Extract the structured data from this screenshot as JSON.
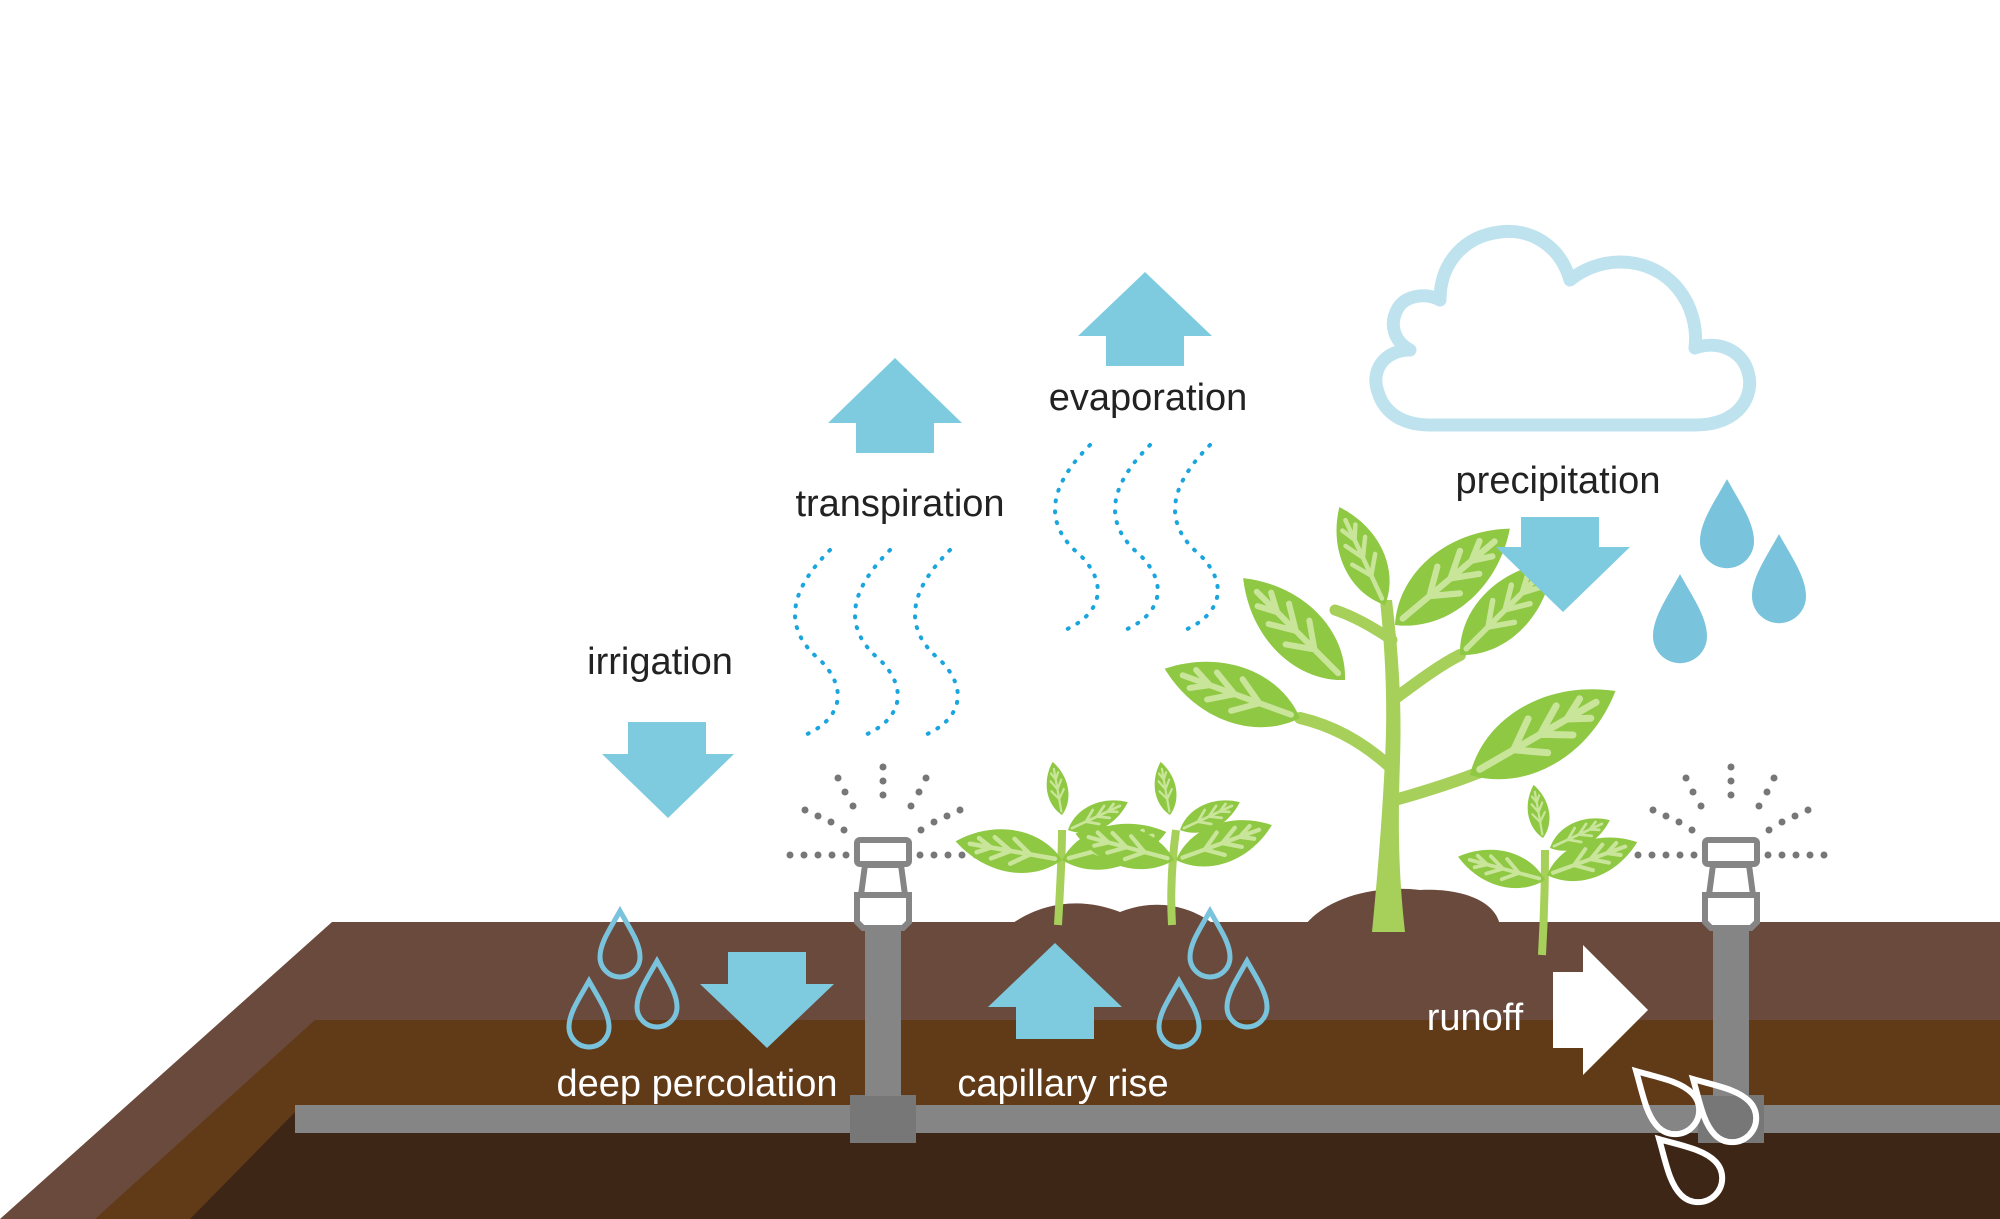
{
  "labels": {
    "irrigation": "irrigation",
    "transpiration": "transpiration",
    "evaporation": "evaporation",
    "precipitation": "precipitation",
    "deep_percolation": "deep percolation",
    "capillary_rise": "capillary rise",
    "runoff": "runoff"
  },
  "colors": {
    "arrow_blue": "#7ecbe0",
    "drop_blue": "#79c3dc",
    "vapor_blue": "#1aa5de",
    "cloud_outline": "#bfe3ee",
    "soil_top": "#6a4a3c",
    "soil_middle": "#613a18",
    "soil_bottom": "#3e2617",
    "pipe_gray": "#858585",
    "leaf_green": "#8fc843",
    "leaf_vein": "#c8e59a",
    "stem_green": "#a6d05a",
    "text_dark": "#222222",
    "text_light": "#ffffff"
  }
}
